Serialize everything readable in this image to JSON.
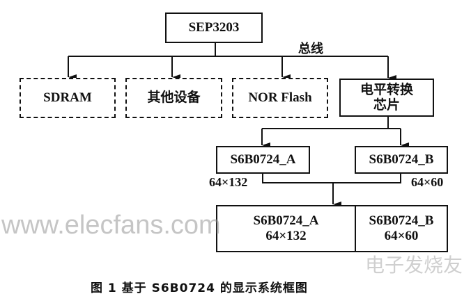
{
  "nodes": {
    "cpu": "SEP3203",
    "bus_label": "总线",
    "sdram": "SDRAM",
    "other": "其他设备",
    "nor": "NOR Flash",
    "level_line1": "电平转换",
    "level_line2": "芯片",
    "drv_a": "S6B0724_A",
    "drv_b": "S6B0724_B",
    "size_a": "64×132",
    "size_b": "64×60"
  },
  "caption": "图 1   基于 S6B0724 的显示系统框图",
  "watermarks": [
    "www.elecfans.com",
    "电子发烧友"
  ]
}
